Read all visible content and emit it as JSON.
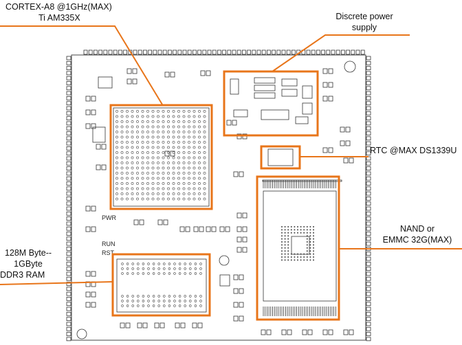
{
  "annotations": {
    "cpu": {
      "line1": "CORTEX-A8 @1GHz(MAX)",
      "line2": "Ti  AM335X"
    },
    "power": {
      "line1": "Discrete power",
      "line2": "supply"
    },
    "rtc": {
      "text": "RTC @MAX DS1339U"
    },
    "nand": {
      "line1": "NAND or",
      "line2": "EMMC 32G(MAX)"
    },
    "ddr": {
      "line1": "128M Byte--",
      "line2": "1GByte",
      "line3": "DDR3 RAM"
    }
  },
  "silkscreen": {
    "pwr": "PWR",
    "run": "RUN",
    "rst": "RST"
  },
  "colors": {
    "highlight": "#e8751a",
    "board_line": "#333333"
  }
}
